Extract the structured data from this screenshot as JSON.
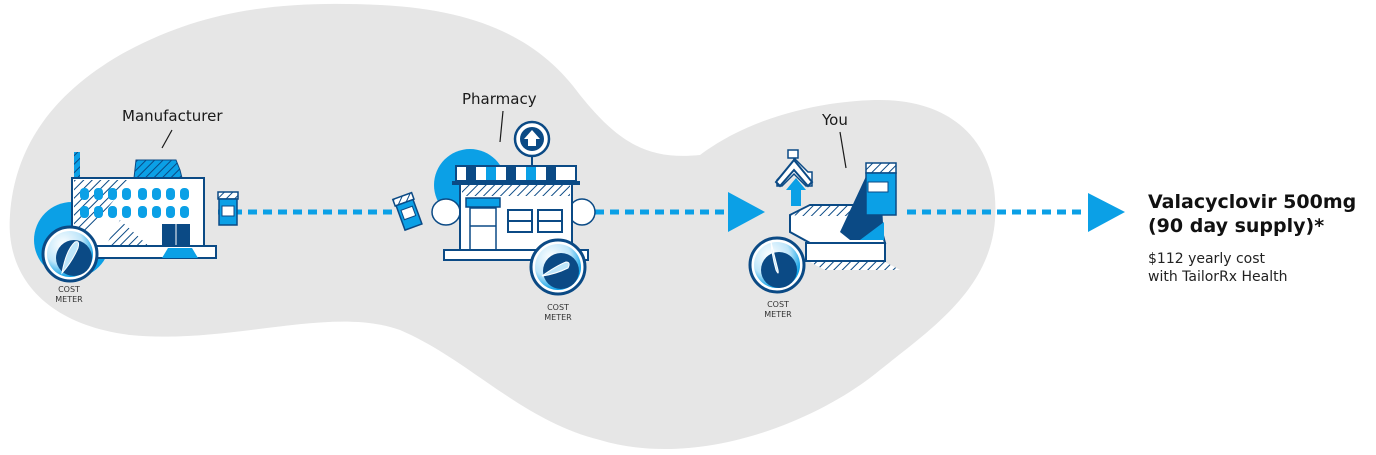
{
  "colors": {
    "background_blob": "#e6e6e6",
    "accent_blue": "#0ba0e6",
    "dark_blue": "#0b4a85",
    "white": "#ffffff"
  },
  "stages": [
    {
      "id": "manufacturer",
      "label": "Manufacturer",
      "meter_line1": "COST",
      "meter_line2": "METER"
    },
    {
      "id": "pharmacy",
      "label": "Pharmacy",
      "meter_line1": "COST",
      "meter_line2": "METER"
    },
    {
      "id": "you",
      "label": "You",
      "meter_line1": "COST",
      "meter_line2": "METER"
    }
  ],
  "icons": [
    "factory-icon",
    "pill-bottle-icon",
    "pharmacy-store-icon",
    "pharmacy-cross-sign-icon",
    "delivery-box-icon",
    "home-arrow-icon",
    "cost-meter-gauge-icon",
    "arrow-right-icon"
  ],
  "result": {
    "title_line1": "Valacyclovir 500mg",
    "title_line2": "(90 day supply)*",
    "cost_line1": "$112 yearly cost",
    "cost_line2": "with TailorRx Health"
  }
}
